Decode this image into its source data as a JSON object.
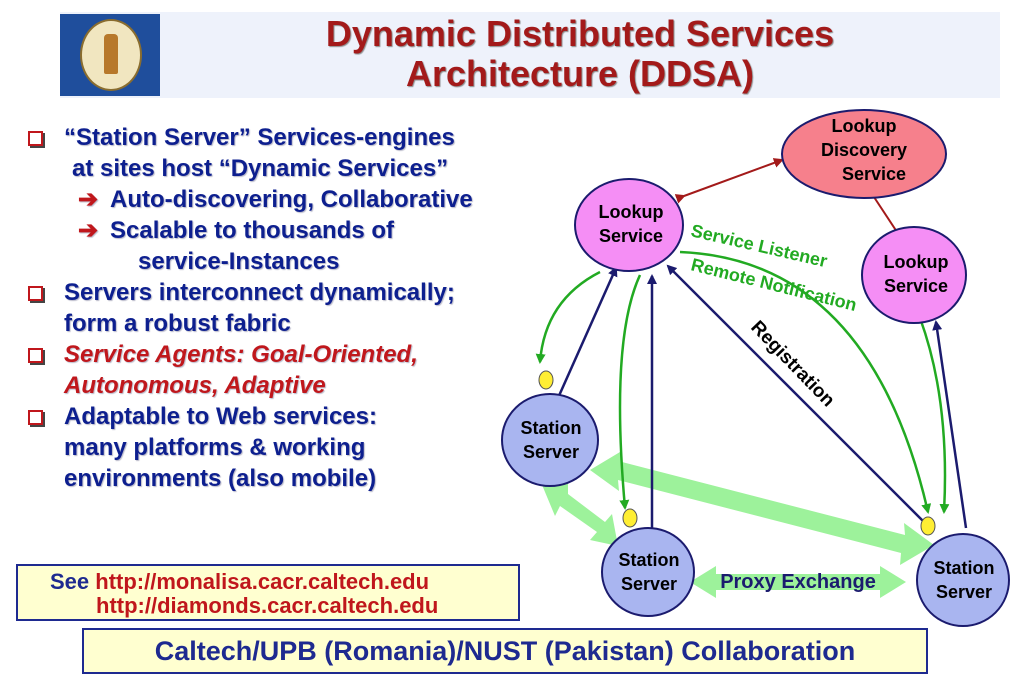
{
  "title": {
    "line1": "Dynamic Distributed Services",
    "line2": "Architecture (DDSA)"
  },
  "bullets": {
    "b1_line1": "“Station Server” Services-engines",
    "b1_line2": "at sites host “Dynamic Services”",
    "sub1_arrow": "➔",
    "sub1": "Auto-discovering, Collaborative",
    "sub2_arrow": "➔",
    "sub2_line1": "Scalable to thousands of",
    "sub2_line2": "service-Instances",
    "b2_line1": "Servers interconnect dynamically;",
    "b2_line2": "form a robust fabric",
    "b3_line1": "Service Agents: Goal-Oriented,",
    "b3_line2": "Autonomous, Adaptive",
    "b4_line1": "Adaptable to Web services:",
    "b4_line2": "many platforms & working",
    "b4_line3": "environments (also mobile)"
  },
  "see": {
    "prefix": "See",
    "url1": "http://monalisa.cacr.caltech.edu",
    "url2": "http://diamonds.cacr.caltech.edu"
  },
  "footer": "Caltech/UPB (Romania)/NUST (Pakistan) Collaboration",
  "diagram": {
    "lookup_discovery": [
      "Lookup",
      "Discovery",
      "Service"
    ],
    "lookup_left": [
      "Lookup",
      "Service"
    ],
    "lookup_right": [
      "Lookup",
      "Service"
    ],
    "station_left": [
      "Station",
      "Server"
    ],
    "station_mid": [
      "Station",
      "Server"
    ],
    "station_right": [
      "Station",
      "Server"
    ],
    "label_listener": "Service Listener",
    "label_notification": "Remote Notification",
    "label_registration": "Registration",
    "label_proxy": "Proxy Exchange"
  },
  "colors": {
    "title": "#a31a1a",
    "bullet_text": "#0d1f8f",
    "accent_red": "#c0171c",
    "lookup_discovery_fill": "#f6808c",
    "lookup_fill": "#f58ef5",
    "station_fill": "#a9b5f0",
    "green_arrow": "#22aa22",
    "proxy_band": "#9df29b",
    "navy_arrow": "#1b1b6e",
    "box_fill": "#ffffd0"
  }
}
